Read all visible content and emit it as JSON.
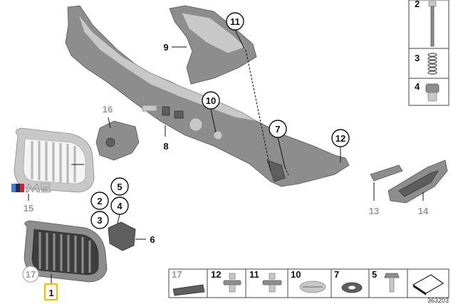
{
  "diagram": {
    "diagram_number": "363203",
    "callouts": {
      "p1": "1",
      "p2": "2",
      "p3": "3",
      "p4": "4",
      "p5": "5",
      "p6": "6",
      "p7": "7",
      "p8": "8",
      "p9": "9",
      "p10": "10",
      "p11": "11",
      "p12": "12",
      "p13": "13",
      "p14": "14",
      "p15": "15",
      "p16": "16",
      "p17": "17"
    },
    "side_panel": [
      "2",
      "3",
      "4"
    ],
    "bottom_panel": [
      "17",
      "12",
      "11",
      "10",
      "7",
      "5"
    ],
    "highlighted_part": "1",
    "colors": {
      "highlight": "#f2c200",
      "part": "#8d8d8d",
      "muted_label": "#9a9a9a"
    }
  }
}
